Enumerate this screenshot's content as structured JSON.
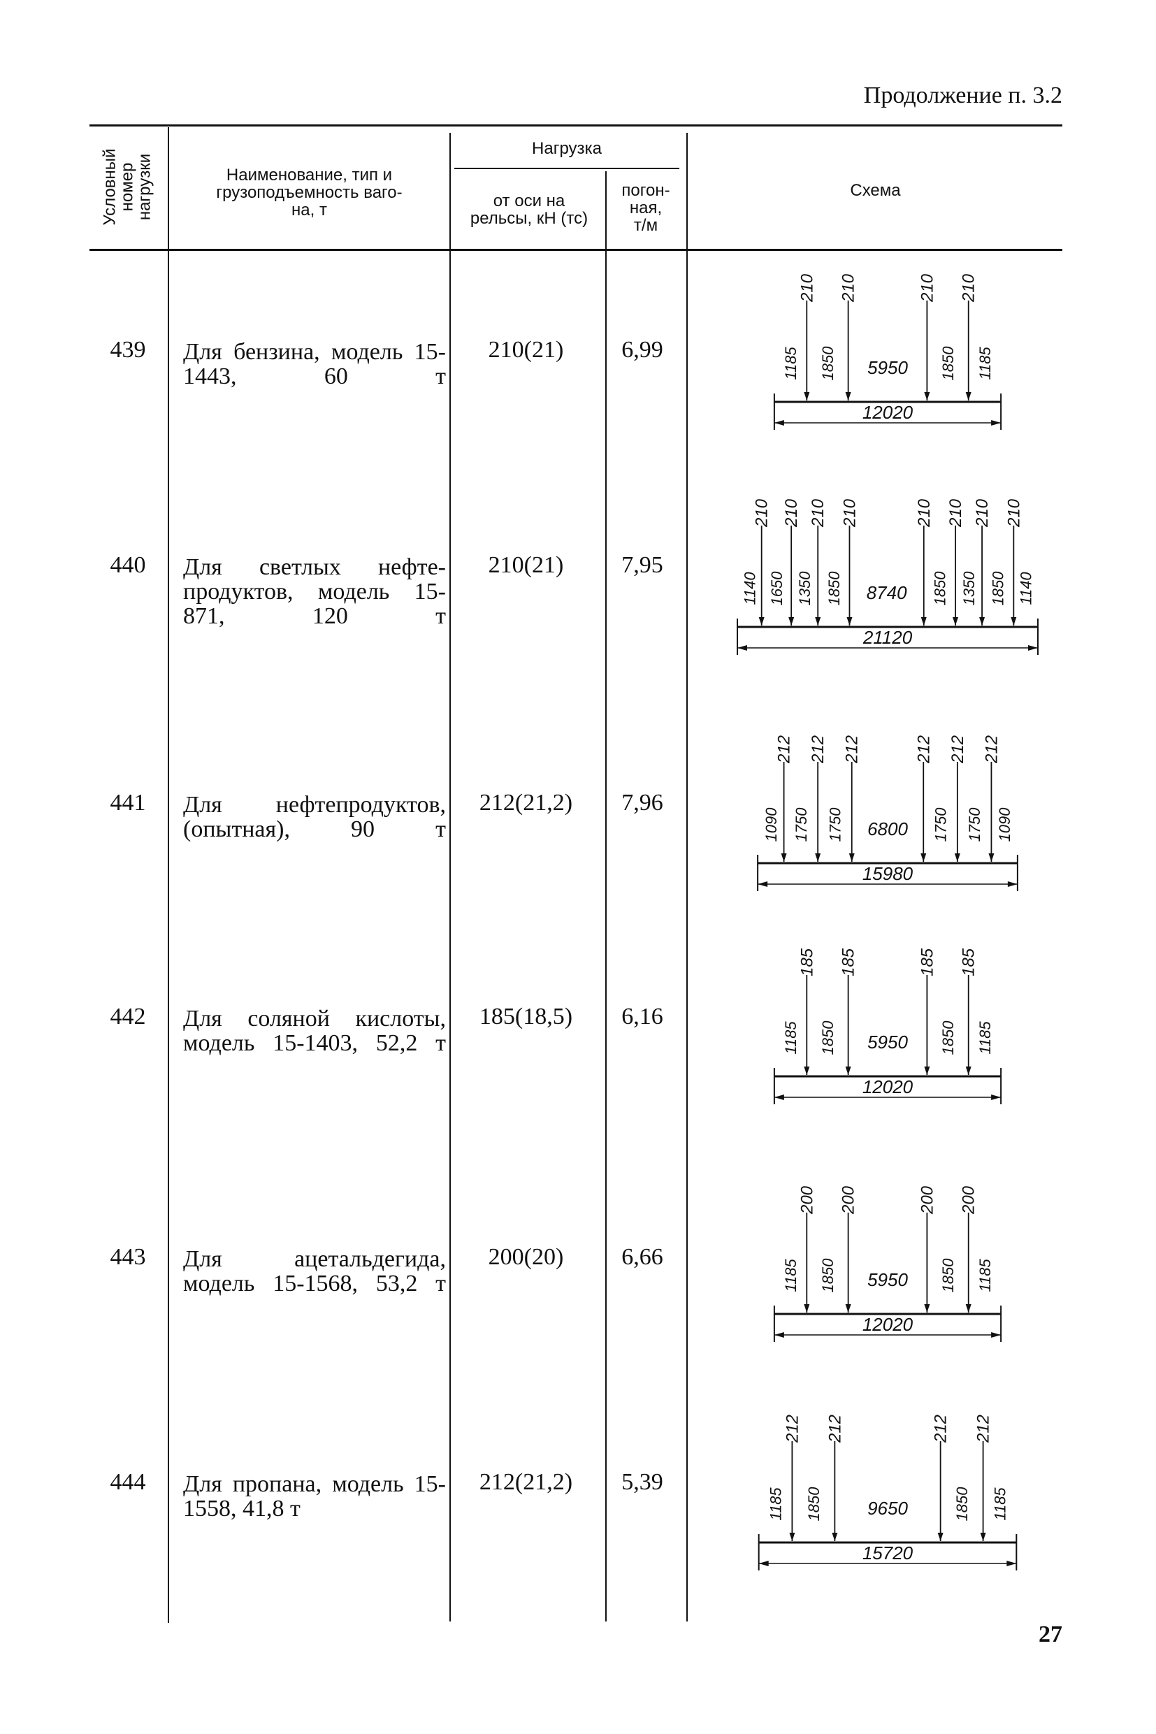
{
  "continuation": "Продолжение п. 3.2",
  "header": {
    "col_number": "Условный\nномер\nнагрузки",
    "col_name": "Наименование, тип и\nгрузоподъемность ваго-\nна, т",
    "col_load": "Нагрузка",
    "col_axle": "от оси на\nрельсы, кН (тс)",
    "col_linear": "погон-\nная,\nт/м",
    "col_scheme": "Схема"
  },
  "rows": [
    {
      "number": "439",
      "name": "Для бензина, модель 15-1443, 60 т",
      "axle_load": "210(21)",
      "linear_load": "6,99",
      "scheme": {
        "loads": [
          "210",
          "210",
          "210",
          "210"
        ],
        "spacings": [
          "1185",
          "1850",
          "5950",
          "1850",
          "1185"
        ],
        "total": "12020"
      }
    },
    {
      "number": "440",
      "name": "Для светлых нефте-продуктов, модель 15-871, 120 т",
      "axle_load": "210(21)",
      "linear_load": "7,95",
      "scheme": {
        "loads": [
          "210",
          "210",
          "210",
          "210",
          "210",
          "210",
          "210",
          "210"
        ],
        "spacings": [
          "1140",
          "1650",
          "1350",
          "1850",
          "8740",
          "1850",
          "1350",
          "1850",
          "1140"
        ],
        "total": "21120"
      }
    },
    {
      "number": "441",
      "name": "Для нефтепродуктов, (опытная), 90 т",
      "axle_load": "212(21,2)",
      "linear_load": "7,96",
      "scheme": {
        "loads": [
          "212",
          "212",
          "212",
          "212",
          "212",
          "212"
        ],
        "spacings": [
          "1090",
          "1750",
          "1750",
          "6800",
          "1750",
          "1750",
          "1090"
        ],
        "total": "15980"
      }
    },
    {
      "number": "442",
      "name": "Для соляной кислоты, модель 15-1403, 52,2 т",
      "axle_load": "185(18,5)",
      "linear_load": "6,16",
      "scheme": {
        "loads": [
          "185",
          "185",
          "185",
          "185"
        ],
        "spacings": [
          "1185",
          "1850",
          "5950",
          "1850",
          "1185"
        ],
        "total": "12020"
      }
    },
    {
      "number": "443",
      "name": "Для ацетальдегида, модель 15-1568, 53,2 т",
      "axle_load": "200(20)",
      "linear_load": "6,66",
      "scheme": {
        "loads": [
          "200",
          "200",
          "200",
          "200"
        ],
        "spacings": [
          "1185",
          "1850",
          "5950",
          "1850",
          "1185"
        ],
        "total": "12020"
      }
    },
    {
      "number": "444",
      "name": "Для пропана, модель 15-1558, 41,8 т",
      "axle_load": "212(21,2)",
      "linear_load": "5,39",
      "scheme": {
        "loads": [
          "212",
          "212",
          "212",
          "212"
        ],
        "spacings": [
          "1185",
          "1850",
          "9650",
          "1850",
          "1185"
        ],
        "total": "15720"
      }
    }
  ],
  "page_number": "27"
}
